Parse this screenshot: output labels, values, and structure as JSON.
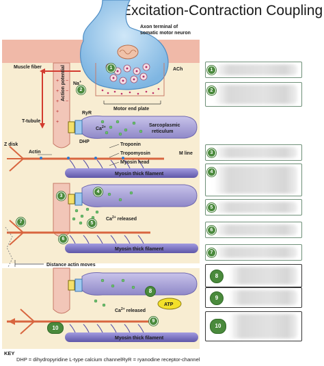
{
  "title": "Excitation-Contraction Coupling",
  "labels": {
    "axon_terminal": "Axon terminal of",
    "axon_terminal_2": "somatic motor neuron",
    "ach": "ACh",
    "muscle_fiber": "Muscle fiber",
    "action_potential": "Action potential",
    "na": "Na",
    "ryr": "RyR",
    "motor_end_plate": "Motor end plate",
    "t_tubule": "T-tubule",
    "ca": "Ca",
    "sarcoplasmic": "Sarcoplasmic",
    "reticulum": "reticulum",
    "dhp": "DHP",
    "z_disk": "Z disk",
    "actin": "Actin",
    "troponin": "Troponin",
    "tropomyosin": "Tropomyosin",
    "myosin_head": "Myosin head",
    "m_line": "M line",
    "myosin_thick_filament": "Myosin thick filament",
    "ca_released": "Ca",
    "released": "released",
    "distance_actin_moves": "Distance actin moves",
    "atp": "ATP",
    "sup_2plus": "2+",
    "sup_plus": "+"
  },
  "steps": [
    "1",
    "2",
    "3",
    "4",
    "5",
    "6",
    "7",
    "8",
    "9",
    "10"
  ],
  "key": {
    "heading": "KEY",
    "dhp_def": "DHP = dihydropyridine L-type calcium channel",
    "ryr_def": "RyR = ryanodine receptor-channel"
  },
  "colors": {
    "badge_green": "#4a8a3c",
    "muscle_pink": "#f2c6b8",
    "sarcoplasm": "#f8edd2",
    "sr_purple": "#a9a3d6",
    "actin_red": "#d8653f",
    "myosin_blue": "#7b74c2",
    "neuron_blue": "#8fc3ea",
    "atp_yellow": "#f3e02a"
  }
}
